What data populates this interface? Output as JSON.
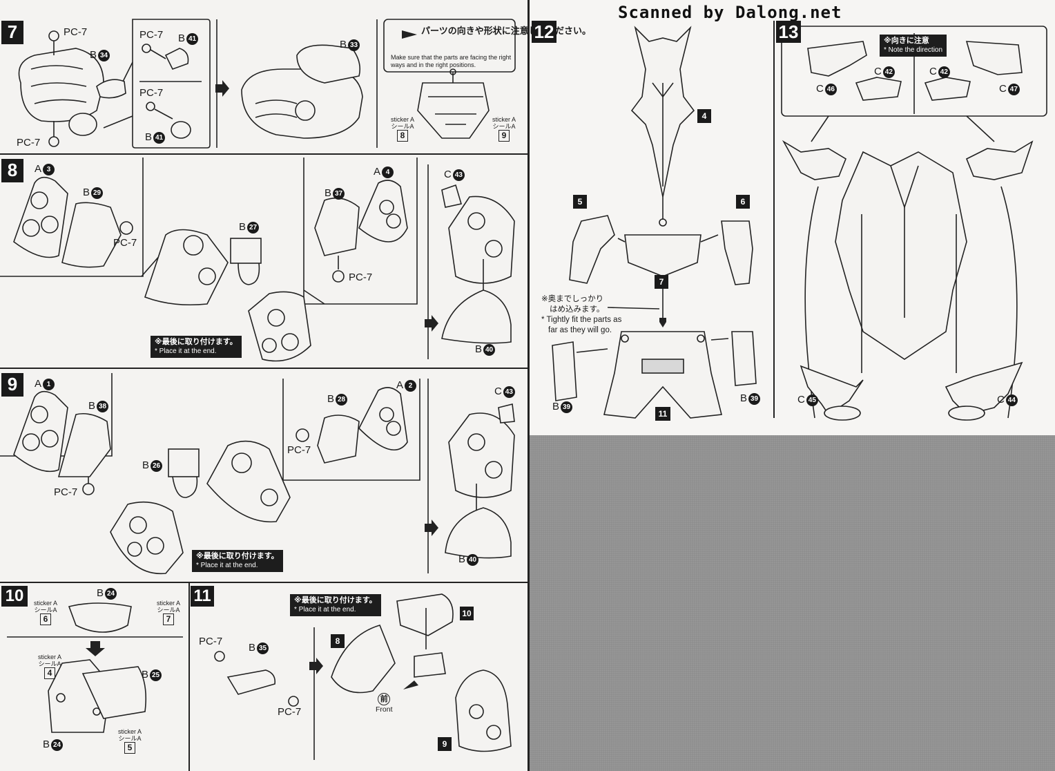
{
  "watermark": "Scanned by Dalong.net",
  "steps": {
    "s7": {
      "num": "7",
      "pc7_top": "PC-7",
      "b34": "B",
      "b34n": "34",
      "pc7_bottom": "PC-7",
      "inset_pc7_a": "PC-7",
      "inset_b41a": "B",
      "inset_b41a_n": "41",
      "inset_pc7_b": "PC-7",
      "inset_b41b": "B",
      "inset_b41b_n": "41",
      "b33": "B",
      "b33n": "33",
      "caution_jp": "パーツの向きや形状に注意してください。",
      "caution_en": "Make sure that the parts are facing the right ways and in the right positions.",
      "sticker_left": "sticker A",
      "sticker_left_jp": "シールA",
      "sticker_left_n": "8",
      "sticker_right": "sticker A",
      "sticker_right_jp": "シールA",
      "sticker_right_n": "9"
    },
    "s8": {
      "num": "8",
      "a3": "A",
      "a3n": "3",
      "b29": "B",
      "b29n": "29",
      "pc7_a": "PC-7",
      "b27": "B",
      "b27n": "27",
      "a4": "A",
      "a4n": "4",
      "b37": "B",
      "b37n": "37",
      "pc7_b": "PC-7",
      "c43": "C",
      "c43n": "43",
      "b40": "B",
      "b40n": "40",
      "note_jp": "※最後に取り付けます。",
      "note_en": "* Place it at the end."
    },
    "s9": {
      "num": "9",
      "a1": "A",
      "a1n": "1",
      "b38": "B",
      "b38n": "38",
      "pc7_a": "PC-7",
      "b28": "B",
      "b28n": "28",
      "a2": "A",
      "a2n": "2",
      "pc7_b": "PC-7",
      "b26": "B",
      "b26n": "26",
      "c43": "C",
      "c43n": "43",
      "b40": "B",
      "b40n": "40",
      "note_jp": "※最後に取り付けます。",
      "note_en": "* Place it at the end."
    },
    "s10": {
      "num": "10",
      "b24top": "B",
      "b24top_n": "24",
      "st6": "sticker A",
      "st6jp": "シールA",
      "st6n": "6",
      "st7": "sticker A",
      "st7jp": "シールA",
      "st7n": "7",
      "st4": "sticker A",
      "st4jp": "シールA",
      "st4n": "4",
      "b25": "B",
      "b25n": "25",
      "st5": "sticker A",
      "st5jp": "シールA",
      "st5n": "5",
      "b24bot": "B",
      "b24bot_n": "24"
    },
    "s11": {
      "num": "11",
      "pc7_a": "PC-7",
      "b35": "B",
      "b35n": "35",
      "pc7_b": "PC-7",
      "note_jp": "※最後に取り付けます。",
      "note_en": "* Place it at the end.",
      "ref10": "10",
      "ref8": "8",
      "ref9": "9",
      "front_jp": "前",
      "front_en": "Front"
    },
    "s12": {
      "num": "12",
      "ref4": "4",
      "ref5": "5",
      "ref6": "6",
      "ref7": "7",
      "ref11": "11",
      "b39l": "B",
      "b39l_n": "39",
      "b39r": "B",
      "b39r_n": "39",
      "note_jp1": "※奥までしっかり",
      "note_jp2": "はめ込みます。",
      "note_en1": "* Tightly fit the parts as",
      "note_en2": "far as they will go."
    },
    "s13": {
      "num": "13",
      "note_jp": "※向きに注意",
      "note_en": "* Note the direction",
      "c42a": "C",
      "c42a_n": "42",
      "c42b": "C",
      "c42b_n": "42",
      "c46": "C",
      "c46n": "46",
      "c47": "C",
      "c47n": "47",
      "c45": "C",
      "c45n": "45",
      "c44": "C",
      "c44n": "44"
    }
  }
}
